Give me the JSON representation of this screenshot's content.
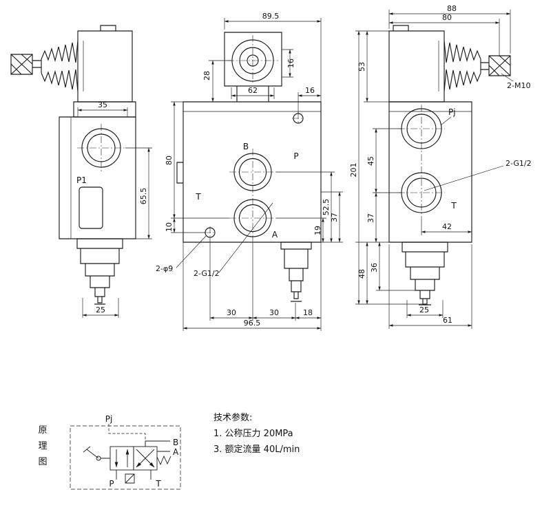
{
  "front_view": {
    "dims": {
      "overall_top": "89.5",
      "flange_16": "16",
      "spacing_62": "62",
      "offset_28": "28",
      "hole_16": "16",
      "height_80": "80",
      "drop_10": "10",
      "h52_5": "52.5",
      "h37": "37",
      "h19": "19",
      "w30a": "30",
      "w30b": "30",
      "w18": "18",
      "overall_96_5": "96.5"
    },
    "ports": {
      "b": "B",
      "p": "P",
      "a": "A",
      "t": "T"
    },
    "notes": {
      "holes": "2-φ9",
      "thread": "2-G1/2"
    }
  },
  "left_view": {
    "dims": {
      "w35": "35",
      "h65_5": "65.5",
      "w25": "25"
    },
    "ports": {
      "p1": "P1"
    }
  },
  "right_view": {
    "dims": {
      "w88": "88",
      "w80": "80",
      "h53": "53",
      "h201": "201",
      "h45": "45",
      "h37": "37",
      "w42": "42",
      "h48": "48",
      "h36": "36",
      "w25": "25",
      "w61": "61"
    },
    "notes": {
      "thread_top": "2-M10",
      "thread_port": "2-G1/2"
    },
    "ports": {
      "pj": "Pj",
      "t": "T"
    }
  },
  "schematic": {
    "title": {
      "c1": "原",
      "c2": "理",
      "c3": "图"
    },
    "ports": {
      "pj": "Pj",
      "b": "B",
      "a": "A",
      "p": "P",
      "t": "T"
    }
  },
  "tech_params": {
    "heading": "技术参数:",
    "items": [
      "1. 公称压力  20MPa",
      "3. 额定流量  40L/min"
    ]
  }
}
